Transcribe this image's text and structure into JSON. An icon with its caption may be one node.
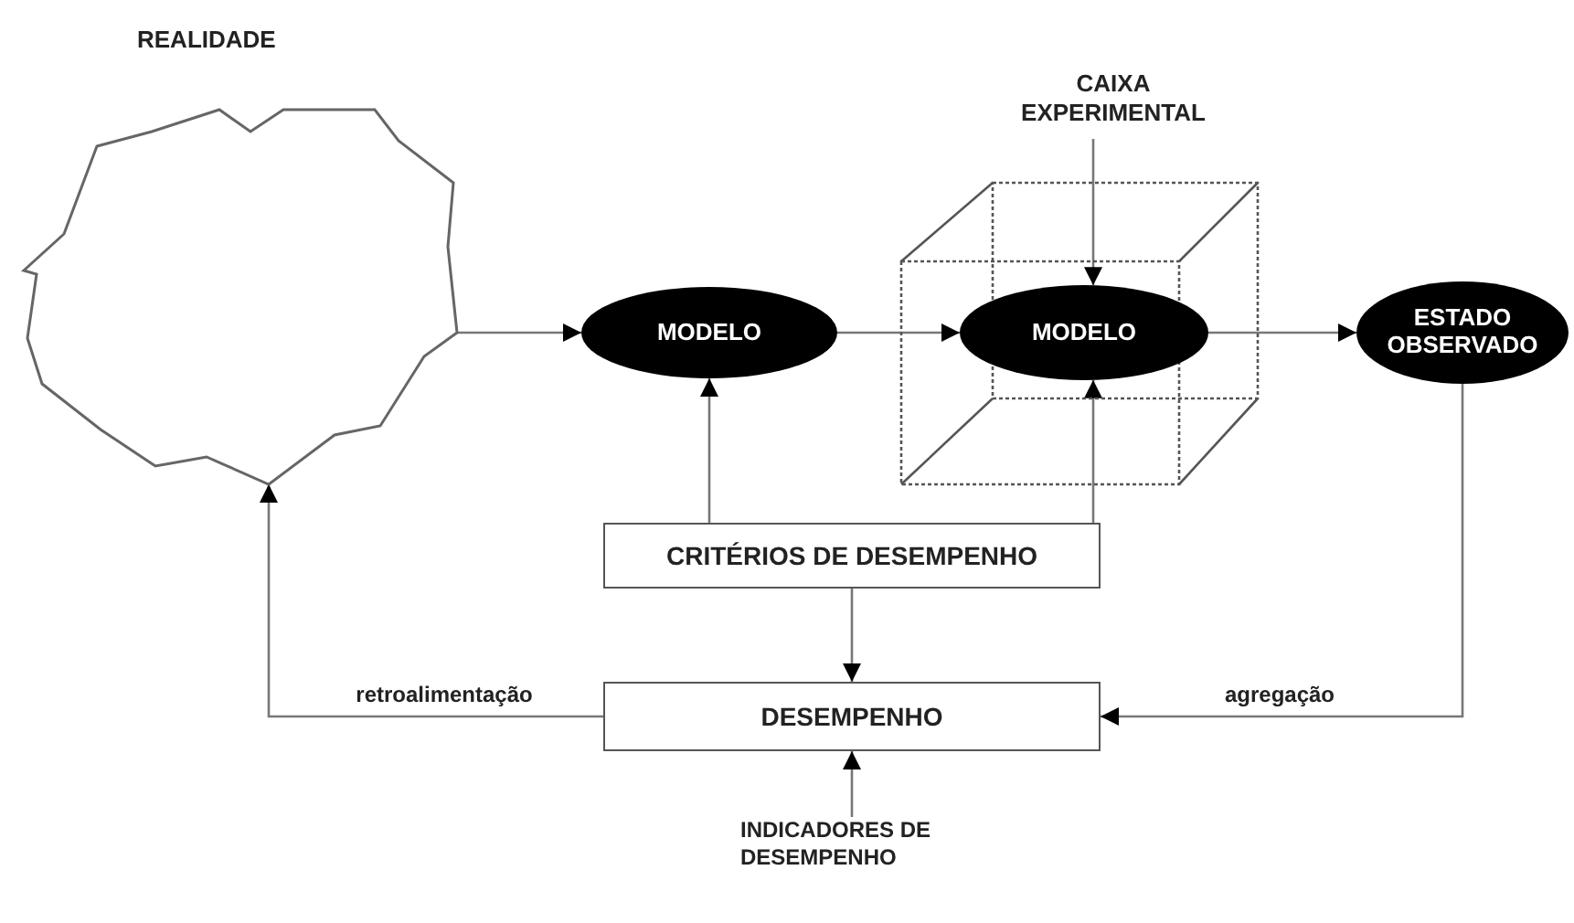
{
  "diagram": {
    "nodes": [
      {
        "text": [
          "REALIDADE"
        ]
      },
      {
        "text": [
          "MODELO"
        ]
      },
      {
        "text": [],
        "shape": "box"
      },
      {
        "text": [
          "MODELO"
        ],
        "in": 2
      },
      {
        "text": [
          "CAIXA EXPERIMENTAL"
        ]
      },
      {
        "text": [
          "ESTADO OBSERVADO"
        ]
      },
      {
        "text": [
          "CRITÉRIOS DE DESEMPENHO"
        ]
      },
      {
        "text": [
          "DESEMPENHO"
        ]
      },
      {
        "text": [
          "INDICADORES DE DESEMPENHO"
        ]
      }
    ],
    "edges": [
      {
        "from": 0,
        "to": 1,
        "arrow": "to"
      },
      {
        "from": 1,
        "to": 3,
        "arrow": "to"
      },
      {
        "from": 3,
        "to": 5,
        "arrow": "to"
      },
      {
        "from": 4,
        "to": 3,
        "arrow": "to"
      },
      {
        "from": 6,
        "to": 1,
        "arrow": "to"
      },
      {
        "from": 6,
        "to": 3,
        "arrow": "to"
      },
      {
        "from": 6,
        "to": 7,
        "arrow": "to"
      },
      {
        "from": 5,
        "to": 7,
        "arrow": "to",
        "label": "agregação"
      },
      {
        "from": 7,
        "to": 0,
        "arrow": "to",
        "label": "retroalimentação"
      },
      {
        "from": 8,
        "to": 7,
        "arrow": "to"
      }
    ]
  }
}
